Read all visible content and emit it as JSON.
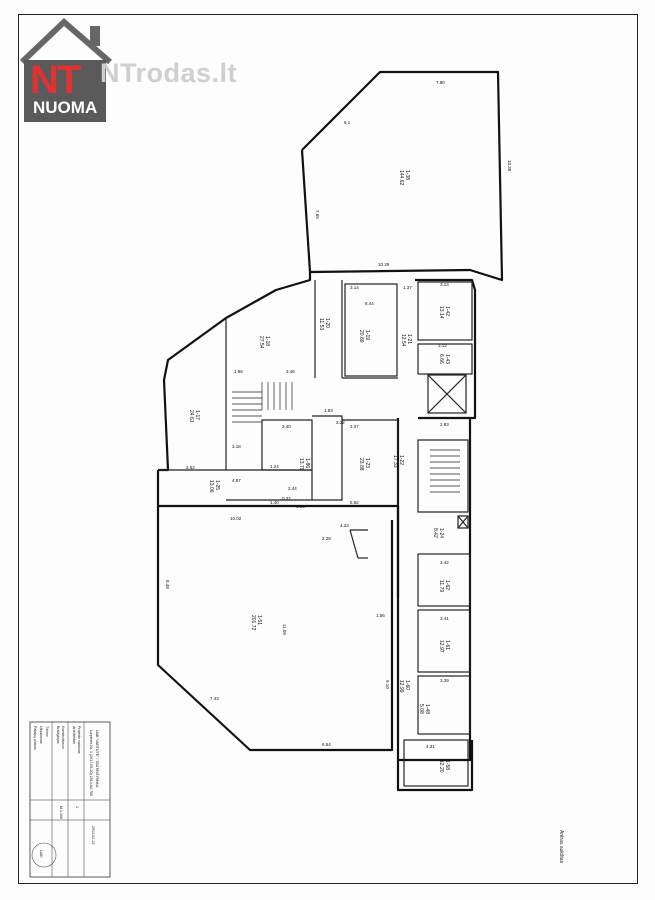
{
  "logo": {
    "letters": "NT",
    "subtitle": "NUOMA",
    "watermark": "NTrodas.lt"
  },
  "plan": {
    "dimensions": [
      {
        "id": "d1",
        "text": "7.90"
      },
      {
        "id": "d2",
        "text": "10.38"
      },
      {
        "id": "d3",
        "text": "10.29"
      },
      {
        "id": "d4",
        "text": "7.65"
      },
      {
        "id": "d5",
        "text": "6.1"
      },
      {
        "id": "d6",
        "text": "3.14"
      },
      {
        "id": "d7",
        "text": "8.44"
      },
      {
        "id": "d8",
        "text": "1.37"
      },
      {
        "id": "d9",
        "text": "3.13"
      },
      {
        "id": "d10",
        "text": "3.12"
      },
      {
        "id": "d11",
        "text": "1.96"
      },
      {
        "id": "d12",
        "text": "3.46"
      },
      {
        "id": "d13",
        "text": "2.62"
      },
      {
        "id": "d14",
        "text": "4.87"
      },
      {
        "id": "d15",
        "text": "1.85"
      },
      {
        "id": "d16",
        "text": "5.62"
      },
      {
        "id": "d17",
        "text": "2.83"
      },
      {
        "id": "d18",
        "text": "10.02"
      },
      {
        "id": "d19",
        "text": "4.23"
      },
      {
        "id": "d20",
        "text": "2.28"
      },
      {
        "id": "d21",
        "text": "8.48"
      },
      {
        "id": "d22",
        "text": "11.09"
      },
      {
        "id": "d23",
        "text": "7.43"
      },
      {
        "id": "d24",
        "text": "8.54"
      },
      {
        "id": "d25",
        "text": "9.10"
      },
      {
        "id": "d26",
        "text": "1.56"
      },
      {
        "id": "d27",
        "text": "3.42"
      },
      {
        "id": "d28",
        "text": "3.41"
      },
      {
        "id": "d29",
        "text": "3.39"
      },
      {
        "id": "d30",
        "text": "4.31"
      },
      {
        "id": "d31",
        "text": "3.40"
      },
      {
        "id": "d32",
        "text": "1.40"
      },
      {
        "id": "d33",
        "text": "0.37"
      },
      {
        "id": "d34",
        "text": "2.44"
      },
      {
        "id": "d35",
        "text": "3.37"
      },
      {
        "id": "d36",
        "text": "1.93"
      },
      {
        "id": "d37",
        "text": "2.22"
      },
      {
        "id": "d38",
        "text": "1.24"
      },
      {
        "id": "d39",
        "text": "3.18"
      }
    ],
    "rooms": [
      {
        "id": "r1",
        "text": "1-38\n144.62"
      },
      {
        "id": "r2",
        "text": "1-19\n20.89"
      },
      {
        "id": "r3",
        "text": "1-42\n13.14"
      },
      {
        "id": "r4",
        "text": "1-43\n6.66"
      },
      {
        "id": "r5",
        "text": "1-18\n27.54"
      },
      {
        "id": "r6",
        "text": "1-17\n24.61"
      },
      {
        "id": "r7",
        "text": "1-86\n13.79"
      },
      {
        "id": "r8",
        "text": "1-23\n23.88"
      },
      {
        "id": "r9",
        "text": "1-51\n201.72"
      },
      {
        "id": "r10",
        "text": "1-62\n11.79"
      },
      {
        "id": "r11",
        "text": "1-61\n12.97"
      },
      {
        "id": "r12",
        "text": "1-60\n12.99"
      },
      {
        "id": "r13",
        "text": "1-58\n12.20"
      },
      {
        "id": "r14",
        "text": "1-48\n5.08"
      },
      {
        "id": "r15",
        "text": "1-22\n17.33"
      },
      {
        "id": "r16",
        "text": "1-21\n12.54"
      },
      {
        "id": "r17",
        "text": "1-20\n11.53"
      },
      {
        "id": "r18",
        "text": "1-25\n13.06"
      },
      {
        "id": "r19",
        "text": "1-24\n8.42"
      }
    ]
  },
  "title_block": {
    "heading": "UAB \"VARTUTE\" / TAUTINŠ RINKA",
    "subheading": "Laiptinės Nr. 1 (2017-05-20) 2014-02-700",
    "rows": [
      "Projekto vadovas",
      "Architektas",
      "Konstruktorius",
      "Braižytojas",
      "Tikrino",
      "Užsakovas",
      "Patalpų planas"
    ],
    "scale": "M 1:100",
    "sheet": "1",
    "date": "2014-02-23",
    "stamp": "LAIK"
  },
  "side_note": "Antras aukštas"
}
